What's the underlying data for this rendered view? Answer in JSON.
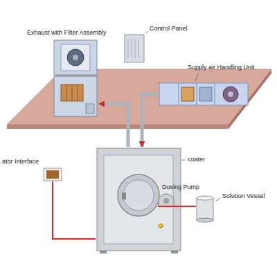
{
  "diagram": {
    "nodes": [
      {
        "text": [
          "Exhaust with Filter Assembly"
        ]
      },
      {
        "text": [
          "Control Panel"
        ]
      },
      {
        "text": [
          "Supply air Handling Unit"
        ]
      },
      {
        "text": [
          "ator Interface"
        ]
      },
      {
        "text": [
          "coater"
        ]
      },
      {
        "text": [
          "Dosing Pump"
        ]
      },
      {
        "text": [
          "Solution Vessel"
        ]
      }
    ],
    "edges": [
      {
        "from": 3,
        "to": 4,
        "arrow": "none"
      },
      {
        "from": 4,
        "to": 5,
        "arrow": "none"
      },
      {
        "from": 5,
        "to": 6,
        "arrow": "none"
      },
      {
        "from": 2,
        "to": 4,
        "arrow": "to"
      },
      {
        "from": 4,
        "to": 0,
        "arrow": "to"
      }
    ]
  }
}
